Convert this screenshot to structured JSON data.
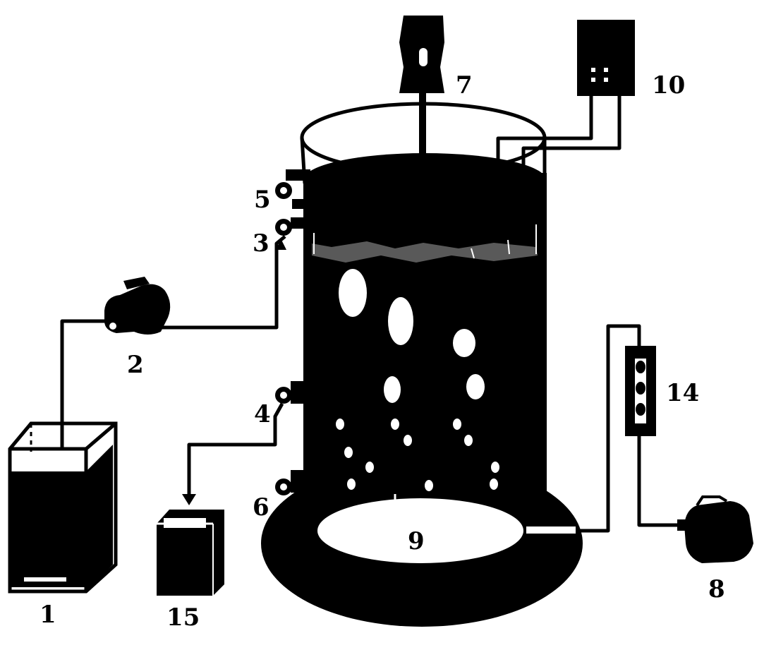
{
  "labels": {
    "feed_tank": "1",
    "feed_pump": "2",
    "inlet_valve": "3",
    "outlet_valve": "4",
    "upper_port": "5",
    "bottom_port": "6",
    "stirrer_motor": "7",
    "air_pump": "8",
    "aerator_disc": "9",
    "controller": "10",
    "flowmeter": "14",
    "effluent_tank": "15"
  }
}
